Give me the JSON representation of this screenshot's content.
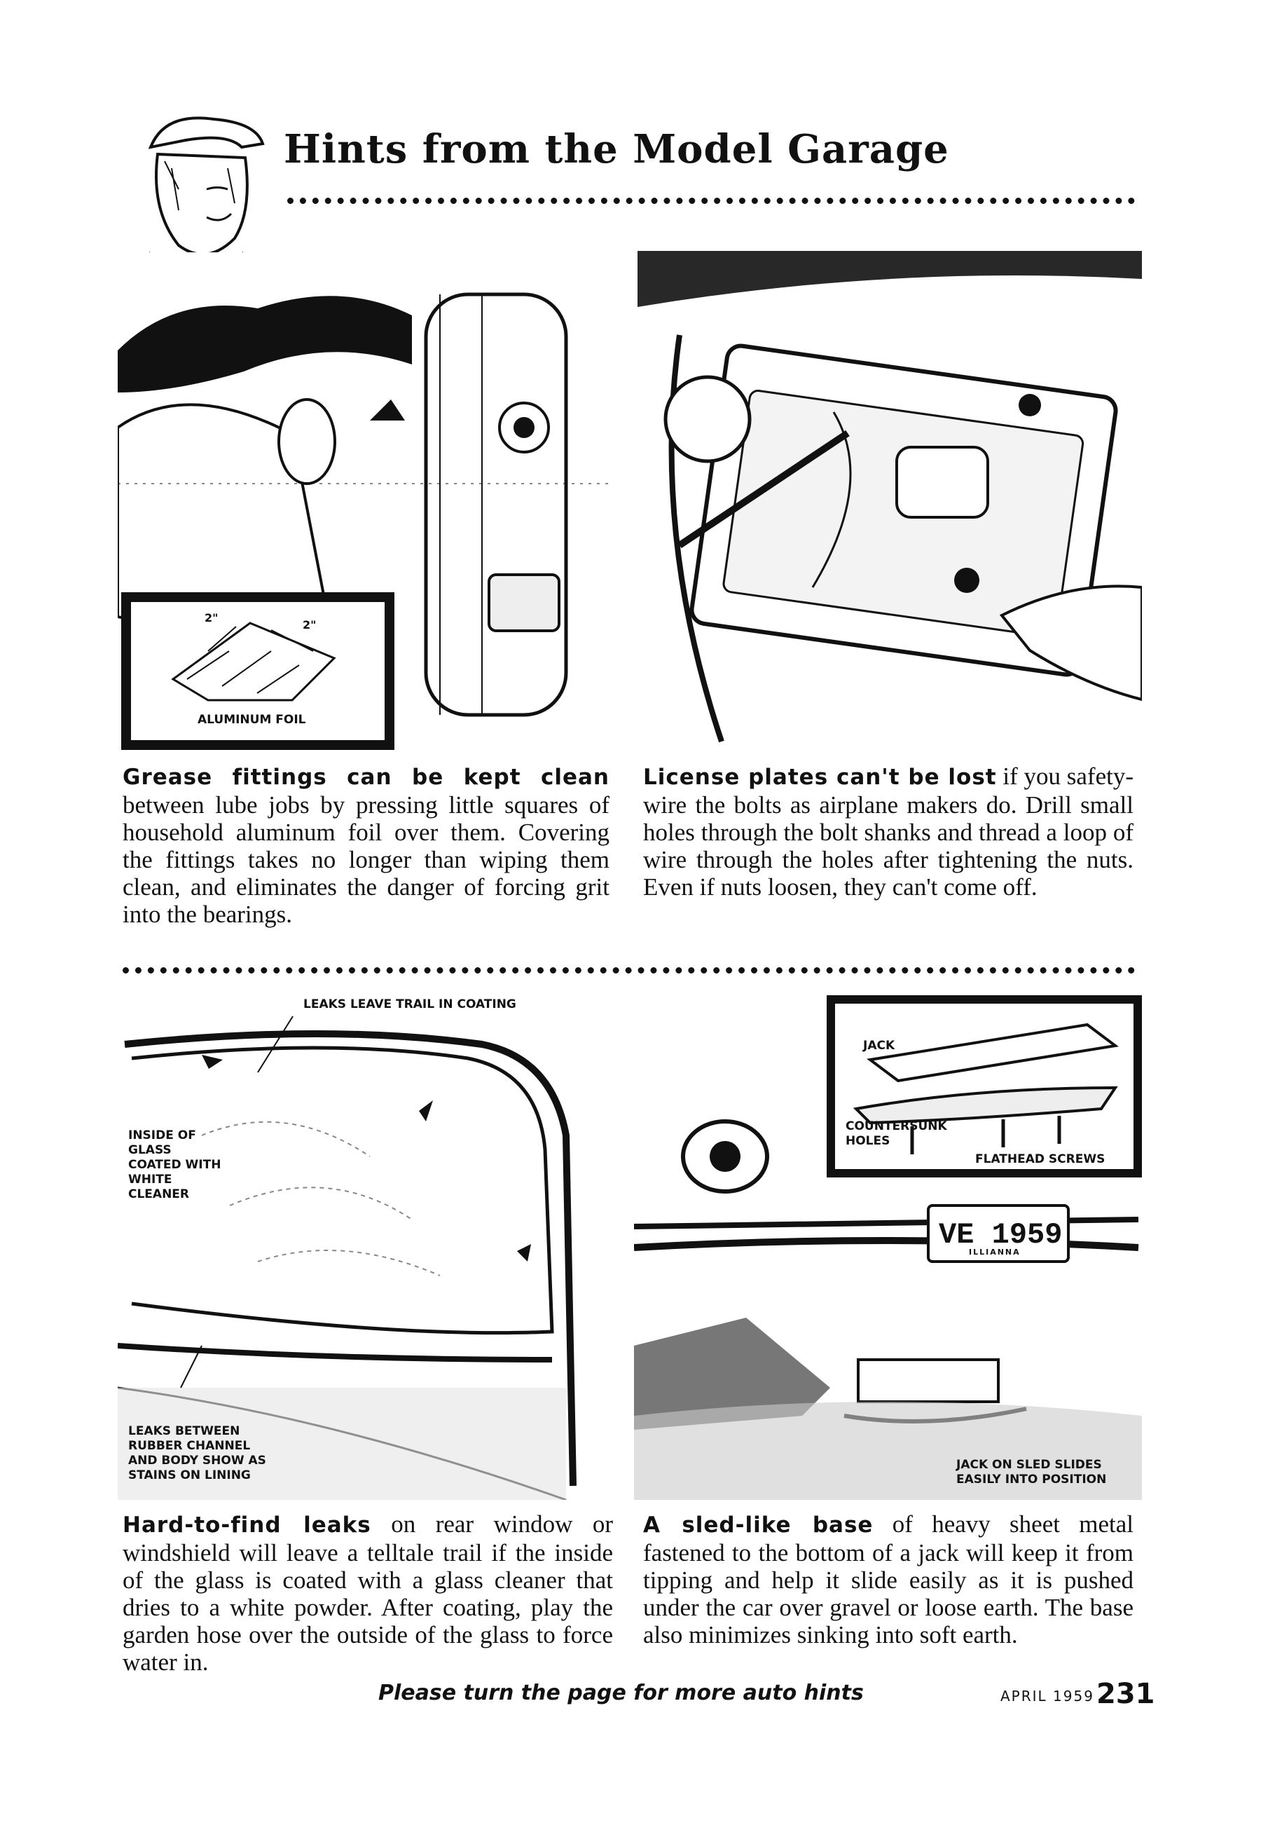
{
  "header": {
    "title": "Hints from the Model Garage"
  },
  "hints": [
    {
      "lead": "Grease fittings can be kept clean",
      "body": " between lube jobs by pressing little squares of household aluminum foil over them. Covering the fittings takes no longer than wiping them clean, and eliminates the danger of forcing grit into the bearings.",
      "labels": {
        "inset": "ALUMINUM FOIL",
        "dim_a": "2\"",
        "dim_b": "2\""
      }
    },
    {
      "lead": "License plates can't be lost",
      "body": " if you safety-wire the bolts as airplane makers do. Drill small holes through the bolt shanks and thread a loop of wire through the holes after tightening the nuts. Even if nuts loosen, they can't come off.",
      "labels": {}
    },
    {
      "lead": "Hard-to-find leaks",
      "body": " on rear window or windshield will leave a telltale trail if the inside of the glass is coated with a glass cleaner that dries to a white powder. After coating, play the garden hose over the outside of the glass to force water in.",
      "labels": {
        "top": "LEAKS LEAVE TRAIL IN COATING",
        "left": "INSIDE OF\nGLASS\nCOATED WITH\nWHITE\nCLEANER",
        "bottom": "LEAKS BETWEEN\nRUBBER CHANNEL\nAND BODY SHOW AS\nSTAINS ON LINING"
      }
    },
    {
      "lead": "A sled-like base",
      "body": " of heavy sheet metal fastened to the bottom of a jack will keep it from tipping and help it slide easily as it is pushed under the car over gravel or loose earth. The base also minimizes sinking into soft earth.",
      "labels": {
        "jack": "JACK",
        "holes": "COUNTERSUNK\nHOLES",
        "screws": "FLATHEAD SCREWS",
        "caption": "JACK ON SLED SLIDES\nEASILY INTO POSITION",
        "plate": "VE 1959",
        "plate_state": "ILLIANNA"
      }
    }
  ],
  "footer": {
    "note": "Please turn the page for more auto hints",
    "date": "APRIL 1959",
    "page": "231"
  }
}
